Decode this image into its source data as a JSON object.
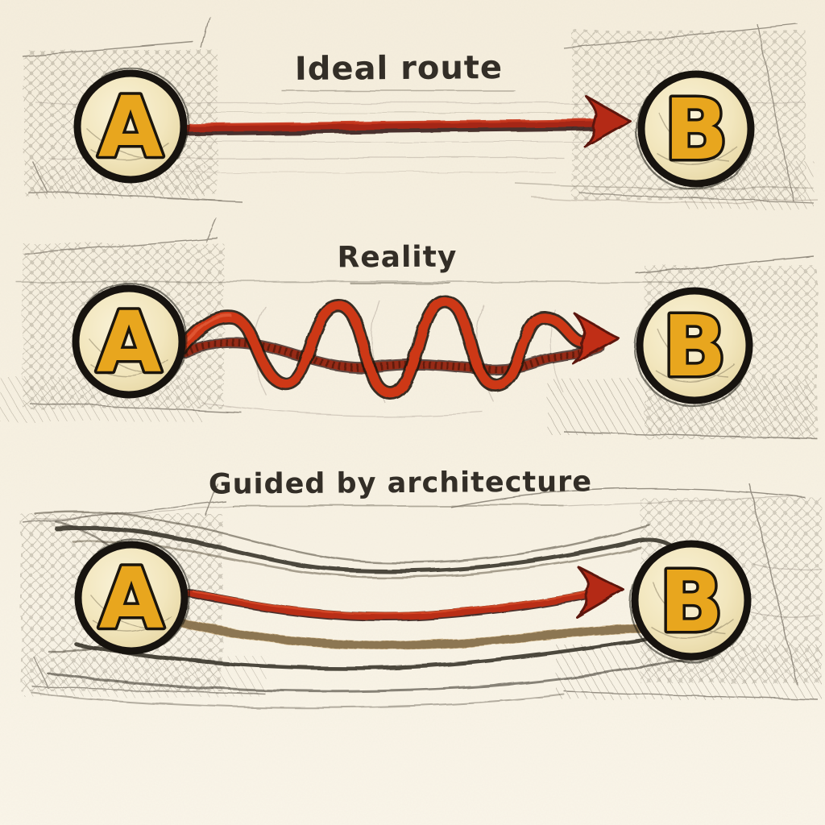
{
  "illustration": {
    "kind": "hand-drawn sketch diagram",
    "background_color": "#f7f0e1",
    "pencil_color": "#2b2620",
    "arrow_red": "#c63018",
    "node_gold": "#e8a61e",
    "node_fill": "#f4e9c6"
  },
  "panels": [
    {
      "title": "Ideal route",
      "from": "A",
      "to": "B",
      "route_style": "straight red arrow from A to B"
    },
    {
      "title": "Reality",
      "from": "A",
      "to": "B",
      "route_style": "chaotic coiled red arrow winding around the direct path"
    },
    {
      "title": "Guided by architecture",
      "from": "A",
      "to": "B",
      "route_style": "gently curved red arrow flowing inside sketched guide rails"
    }
  ]
}
